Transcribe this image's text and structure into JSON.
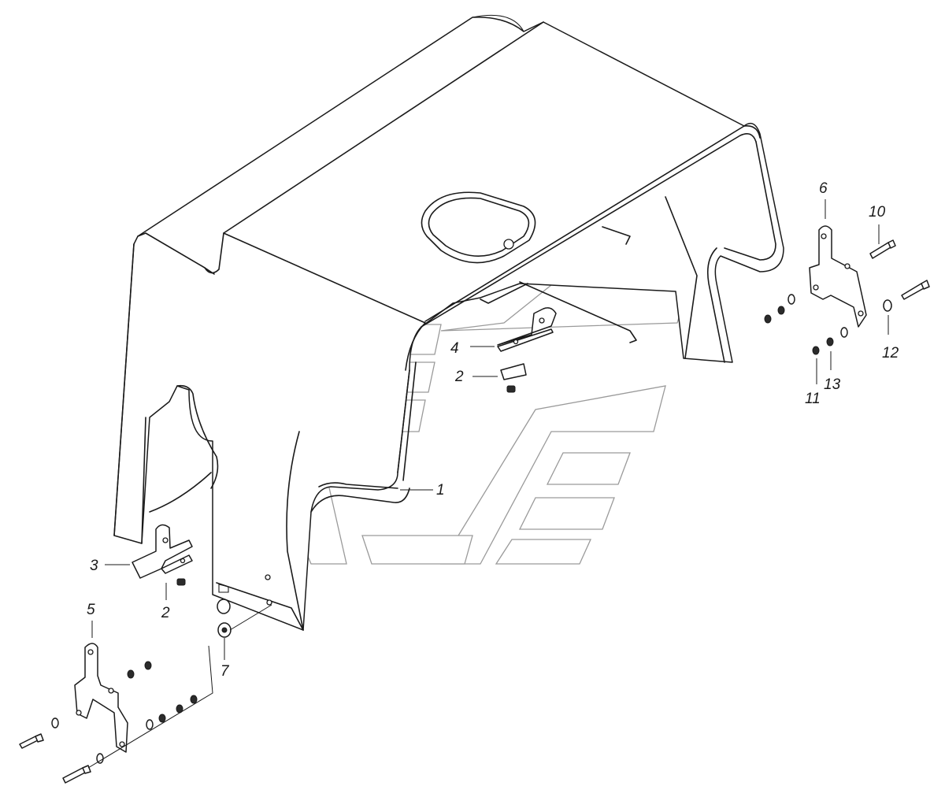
{
  "callouts": [
    {
      "id": "1",
      "text": "1"
    },
    {
      "id": "2a",
      "text": "2"
    },
    {
      "id": "2b",
      "text": "2"
    },
    {
      "id": "3",
      "text": "3"
    },
    {
      "id": "4",
      "text": "4"
    },
    {
      "id": "5",
      "text": "5"
    },
    {
      "id": "6",
      "text": "6"
    },
    {
      "id": "7",
      "text": "7"
    },
    {
      "id": "10",
      "text": "10"
    },
    {
      "id": "11",
      "text": "11"
    },
    {
      "id": "12",
      "text": "12"
    },
    {
      "id": "13",
      "text": "13"
    }
  ]
}
